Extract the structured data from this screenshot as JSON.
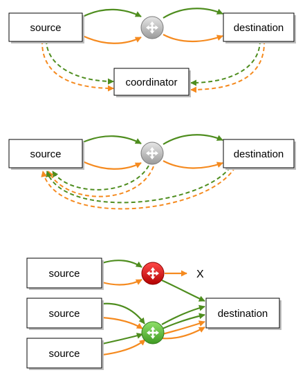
{
  "colors": {
    "green_arrow": "#4e8d1e",
    "orange_arrow": "#f58a1f",
    "router_neutral": "#c8c8c8",
    "router_failed": "#e41a1a",
    "router_ok": "#6cc24a"
  },
  "panel1": {
    "source_label": "source",
    "destination_label": "destination",
    "coordinator_label": "coordinator",
    "router_icon": "router-icon"
  },
  "panel2": {
    "source_label": "source",
    "destination_label": "destination",
    "router_icon": "router-icon"
  },
  "panel3": {
    "source_labels": [
      "source",
      "source",
      "source"
    ],
    "destination_label": "destination",
    "drop_label": "X",
    "router_icons": [
      "router-failed-icon",
      "router-ok-icon"
    ]
  }
}
